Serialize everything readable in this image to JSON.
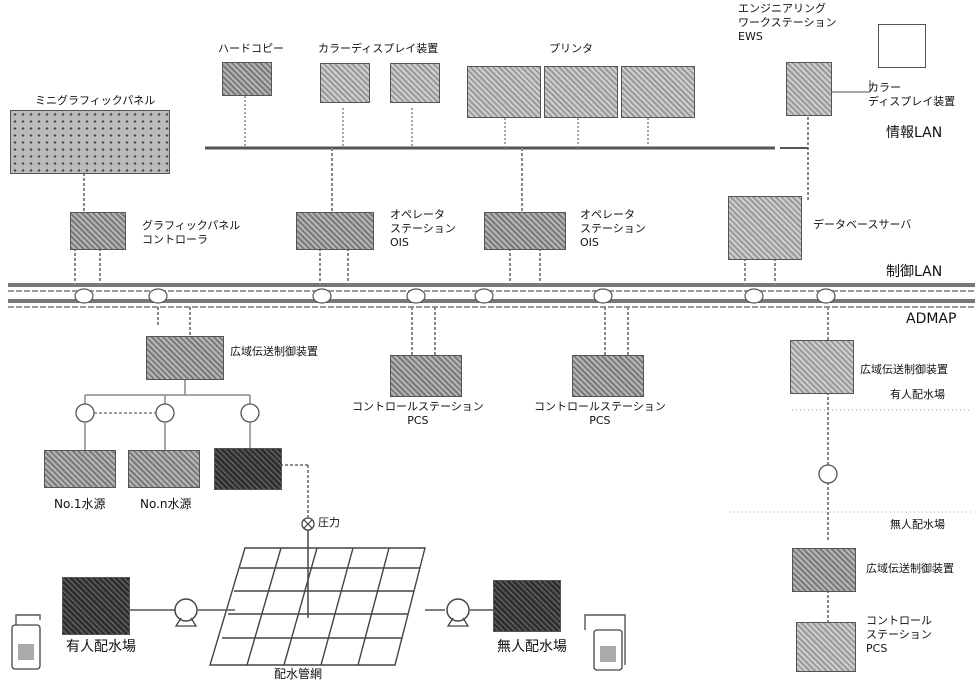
{
  "labels": {
    "hard_copy": "ハードコピー",
    "color_display_device": "カラーディスプレイ装置",
    "printer": "プリンタ",
    "ews": "エンジニアリング\nワークステーション\nEWS",
    "ews_color_display": "カラー\nディスプレイ装置",
    "info_lan": "情報LAN",
    "mini_graphic_panel": "ミニグラフィックパネル",
    "graphic_panel_controller": "グラフィックパネル\nコントローラ",
    "operator_station_1": "オペレータ\nステーション\nOIS",
    "operator_station_2": "オペレータ\nステーション\nOIS",
    "database_server": "データベースサーバ",
    "control_lan": "制御LAN",
    "admap": "ADMAP",
    "wide_area_control_left": "広域伝送制御装置",
    "wide_area_control_right": "広域伝送制御装置",
    "wide_area_control_bottom": "広域伝送制御装置",
    "control_station_1": "コントロールステーション\nPCS",
    "control_station_2": "コントロールステーション\nPCS",
    "control_station_3": "コントロール\nステーション\nPCS",
    "manned_station_right": "有人配水場",
    "unmanned_station_right": "無人配水場",
    "source_1": "No.1水源",
    "source_n": "No.n水源",
    "pressure": "圧力",
    "manned_station_bottom": "有人配水場",
    "unmanned_station_bottom": "無人配水場",
    "distribution_network": "配水管網"
  }
}
